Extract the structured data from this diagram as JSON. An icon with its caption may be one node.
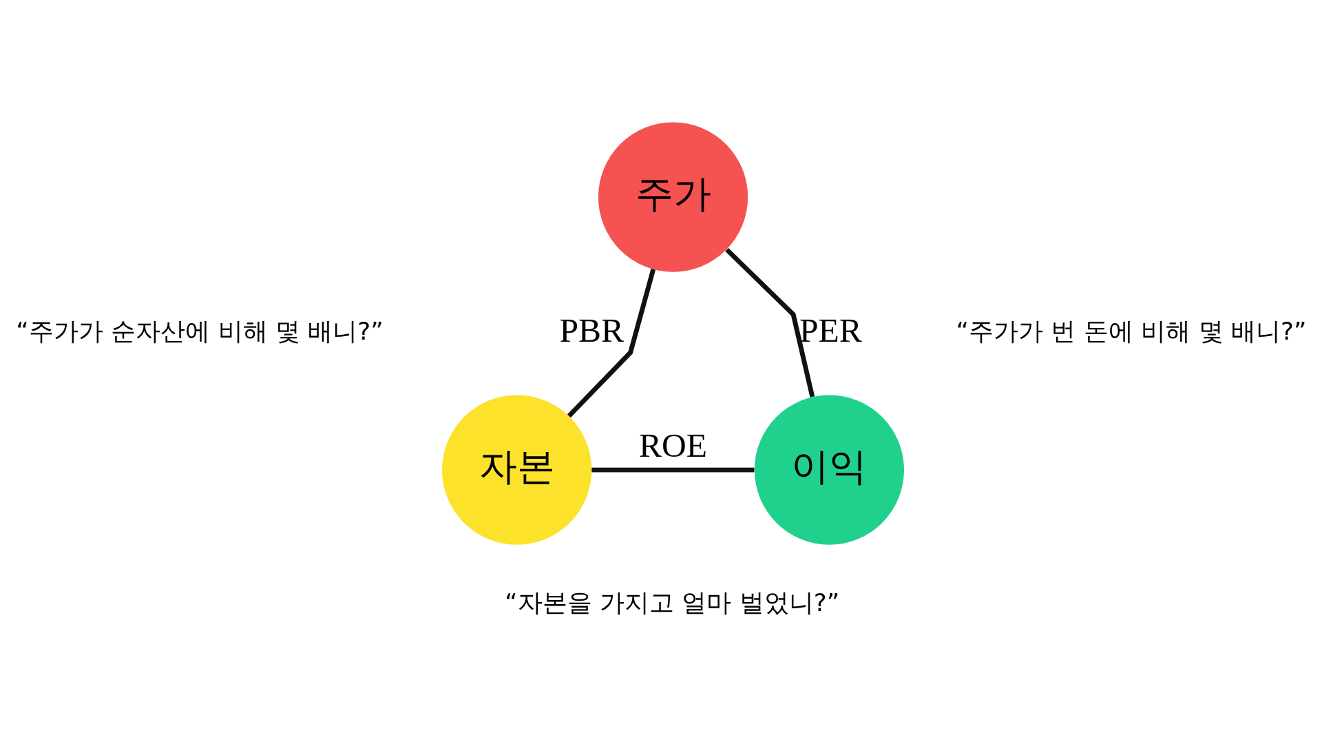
{
  "diagram": {
    "nodes": [
      {
        "text": [
          "주가"
        ]
      },
      {
        "text": [
          "자본"
        ]
      },
      {
        "text": [
          "이익"
        ]
      }
    ],
    "edges": [
      {
        "from": 0,
        "to": 1,
        "arrow": "none",
        "label": "PBR"
      },
      {
        "from": 0,
        "to": 2,
        "arrow": "none",
        "label": "PER"
      },
      {
        "from": 1,
        "to": 2,
        "arrow": "none",
        "label": "ROE"
      }
    ],
    "labels": [
      "“주가가 순자산에 비해 몇 배니?”",
      "“주가가 번 돈에 비해 몇 배니?”",
      "“자본을 가지고 얼마 벌었니?”"
    ]
  }
}
